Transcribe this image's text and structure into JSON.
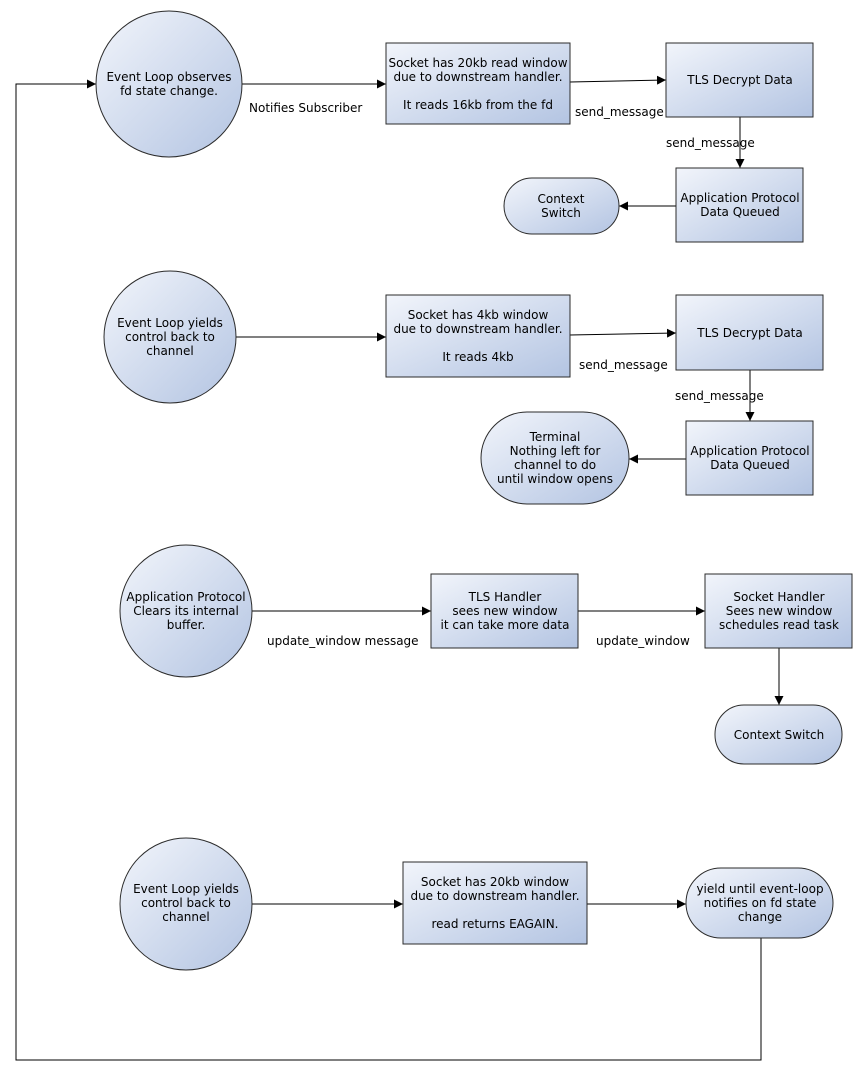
{
  "nodes": {
    "row1_event_loop": [
      "Event Loop observes",
      "fd state change."
    ],
    "row1_socket": [
      "Socket has 20kb read window",
      "due to downstream handler.",
      "",
      "It reads 16kb from the fd"
    ],
    "row1_tls": [
      "TLS Decrypt Data"
    ],
    "row1_app_protocol": [
      "Application Protocol",
      "Data Queued"
    ],
    "row1_context_switch": [
      "Context",
      "Switch"
    ],
    "row2_event_loop": [
      "Event Loop yields",
      "control back to",
      "channel"
    ],
    "row2_socket": [
      "Socket has 4kb window",
      "due to downstream handler.",
      "",
      "It reads 4kb"
    ],
    "row2_tls": [
      "TLS Decrypt Data"
    ],
    "row2_app_protocol": [
      "Application Protocol",
      "Data Queued"
    ],
    "row2_terminal": [
      "Terminal",
      "Nothing left for",
      "channel to do",
      "until window opens"
    ],
    "row3_app_protocol": [
      "Application Protocol",
      "Clears its internal",
      "buffer."
    ],
    "row3_tls_handler": [
      "TLS Handler",
      "sees new window",
      "it can take more data"
    ],
    "row3_socket_handler": [
      "Socket Handler",
      "Sees new window",
      "schedules read task"
    ],
    "row3_context_switch": [
      "Context Switch"
    ],
    "row4_event_loop": [
      "Event Loop yields",
      "control back to",
      "channel"
    ],
    "row4_socket": [
      "Socket has 20kb window",
      "due to downstream handler.",
      "",
      "read returns EAGAIN."
    ],
    "row4_yield": [
      "yield until event-loop",
      "notifies on fd state",
      "change"
    ]
  },
  "edge_labels": {
    "row1_notifies": "Notifies Subscriber",
    "row1_send_message_a": "send_message",
    "row1_send_message_b": "send_message",
    "row2_send_message_a": "send_message",
    "row2_send_message_b": "send_message",
    "row3_update_window_message": "update_window message",
    "row3_update_window": "update_window"
  },
  "colors": {
    "node_fill_light": "#f2f5fb",
    "node_fill_dark": "#b3c4e2",
    "stroke": "#2b2b2b"
  }
}
